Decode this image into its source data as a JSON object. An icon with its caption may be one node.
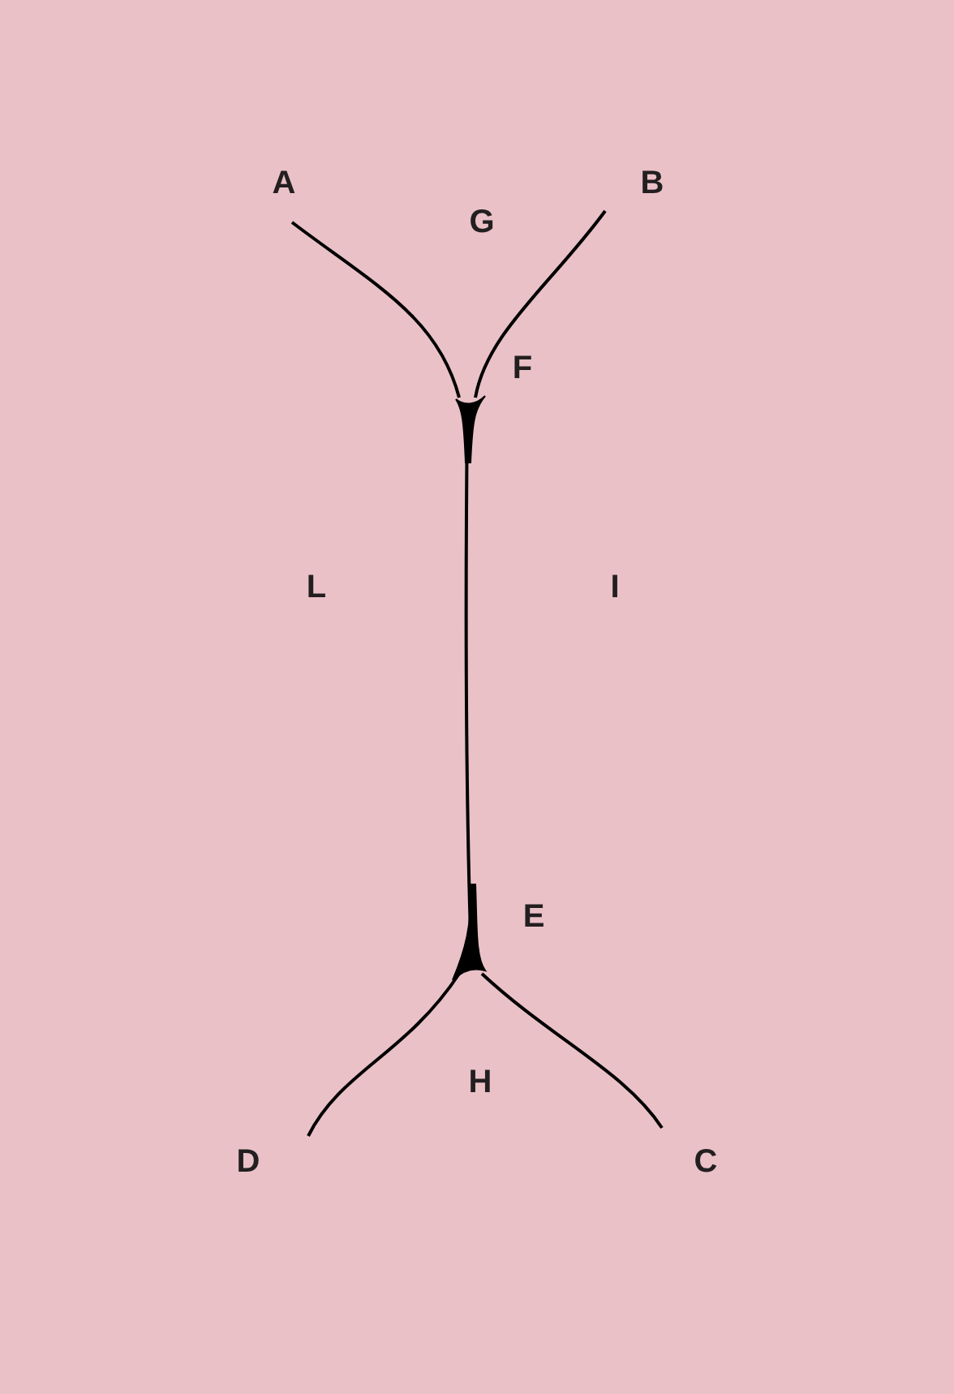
{
  "diagram": {
    "labels": [
      "A",
      "B",
      "G",
      "F",
      "L",
      "I",
      "E",
      "H",
      "D",
      "C"
    ]
  }
}
